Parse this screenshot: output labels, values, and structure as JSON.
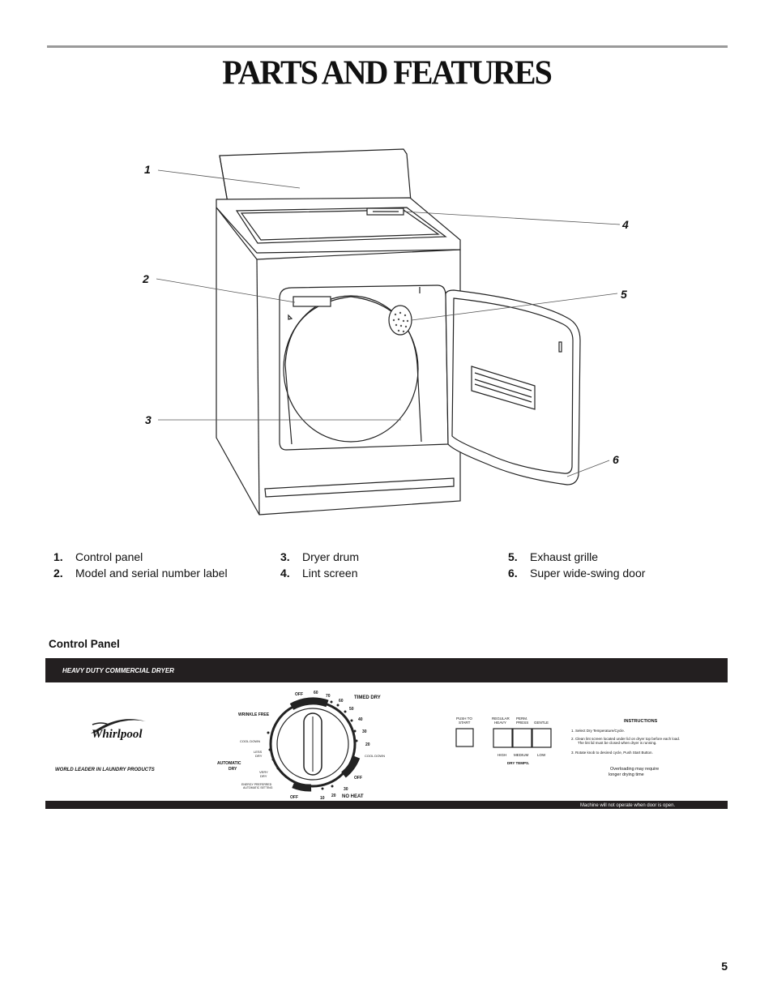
{
  "page": {
    "title": "PARTS AND FEATURES",
    "page_number": "5"
  },
  "diagram": {
    "callouts": [
      "1",
      "2",
      "3",
      "4",
      "5",
      "6"
    ]
  },
  "legend": {
    "items": [
      {
        "num": "1.",
        "label": "Control panel"
      },
      {
        "num": "2.",
        "label": "Model and serial number label"
      },
      {
        "num": "3.",
        "label": "Dryer drum"
      },
      {
        "num": "4.",
        "label": "Lint screen"
      },
      {
        "num": "5.",
        "label": "Exhaust grille"
      },
      {
        "num": "6.",
        "label": "Super wide-swing door"
      }
    ]
  },
  "control_panel": {
    "section_title": "Control Panel",
    "header_text": "HEAVY DUTY COMMERCIAL DRYER",
    "brand": "Whirlpool",
    "tagline": "WORLD LEADER IN LAUNDRY PRODUCTS",
    "dial_labels": {
      "off_top": "OFF",
      "timed_dry": "TIMED DRY",
      "wrinkle_free": "WRINKLE FREE",
      "cool_down_left": "COOL DOWN",
      "less_dry_1": "LESS",
      "less_dry_2": "DRY",
      "automatic_dry_1": "AUTOMATIC",
      "automatic_dry_2": "DRY",
      "very_dry_1": "VERY",
      "very_dry_2": "DRY",
      "energy_1": "ENERGY PREFERRED",
      "energy_2": "AUTOMATIC SETTING",
      "off_bottom": "OFF",
      "off_right": "OFF",
      "no_heat": "NO HEAT",
      "cool_down_right": "COOL DOWN",
      "n60": "60",
      "n70": "70",
      "n50": "50",
      "n40": "40",
      "n30": "30",
      "n20": "20",
      "n10": "10",
      "n20b": "20",
      "n30b": "30"
    },
    "push_to_start_1": "PUSH TO",
    "push_to_start_2": "START",
    "cycles": [
      {
        "top1": "REGULAR",
        "top2": "HEAVY",
        "bottom": "HIGH"
      },
      {
        "top1": "PERM.",
        "top2": "PRESS",
        "bottom": "MEDIUM"
      },
      {
        "top1": "GENTLE",
        "top2": "",
        "bottom": "LOW"
      }
    ],
    "dry_temps": "DRY TEMPS.",
    "instructions": {
      "title": "INSTRUCTIONS",
      "step1": "1.  Select Dry Temperature/Cycle.",
      "step2a": "2.  Clean lint screen located under lid on dryer top before each load.",
      "step2b": "The lint lid must be closed when dryer is running.",
      "step3": "3.  Rotate knob to desired cycle, Push Start Button.",
      "note1": "Overloading may require",
      "note2": "longer drying time"
    },
    "footer_text": "Machine will not operate when door is open."
  }
}
